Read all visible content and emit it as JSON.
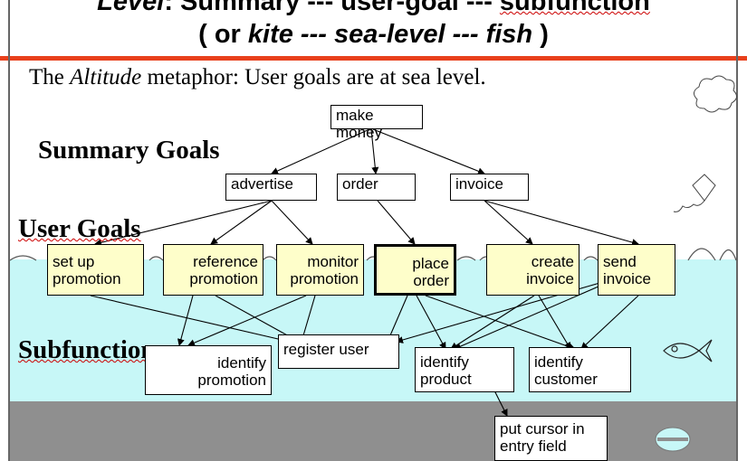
{
  "title": {
    "line1_level": "Level",
    "line1_rest": ": Summary  ---  user-goal  ---  ",
    "line1_subfunction": "subfunction",
    "line2_open": "( or  ",
    "line2_kite": "kite --- sea-level ---  fish",
    "line2_close": " )"
  },
  "subtitle": {
    "pre": "The ",
    "altitude": "Altitude",
    "post": " metaphor:  User goals are at sea level."
  },
  "headings": {
    "summary": "Summary Goals",
    "user": "User Goals",
    "subfunctions": "Subfunctions"
  },
  "nodes": {
    "make_money": "make money",
    "advertise": "advertise",
    "order": "order",
    "invoice": "invoice",
    "setup_1": "set up",
    "setup_2": "promotion",
    "reference_1": "reference",
    "reference_2": "promotion",
    "monitor_1": "monitor",
    "monitor_2": "promotion",
    "place_1": "place",
    "place_2": "order",
    "create_1": "create",
    "create_2": "invoice",
    "send_1": "send",
    "send_2": "invoice",
    "identify_promo_1": "identify",
    "identify_promo_2": "promotion",
    "register": "register user",
    "identify_product_1": "identify",
    "identify_product_2": "product",
    "identify_customer_1": "identify",
    "identify_customer_2": "customer",
    "cursor_1": "put cursor in",
    "cursor_2": "entry field"
  },
  "colors": {
    "sea": "#c7f7f7",
    "ground": "#8f8f8f",
    "user_goal_fill": "#fefeca",
    "rule": "#e8401c"
  },
  "icons": [
    "cloud-icon",
    "kite-icon",
    "fish-icon",
    "clam-icon",
    "wave-icon"
  ]
}
